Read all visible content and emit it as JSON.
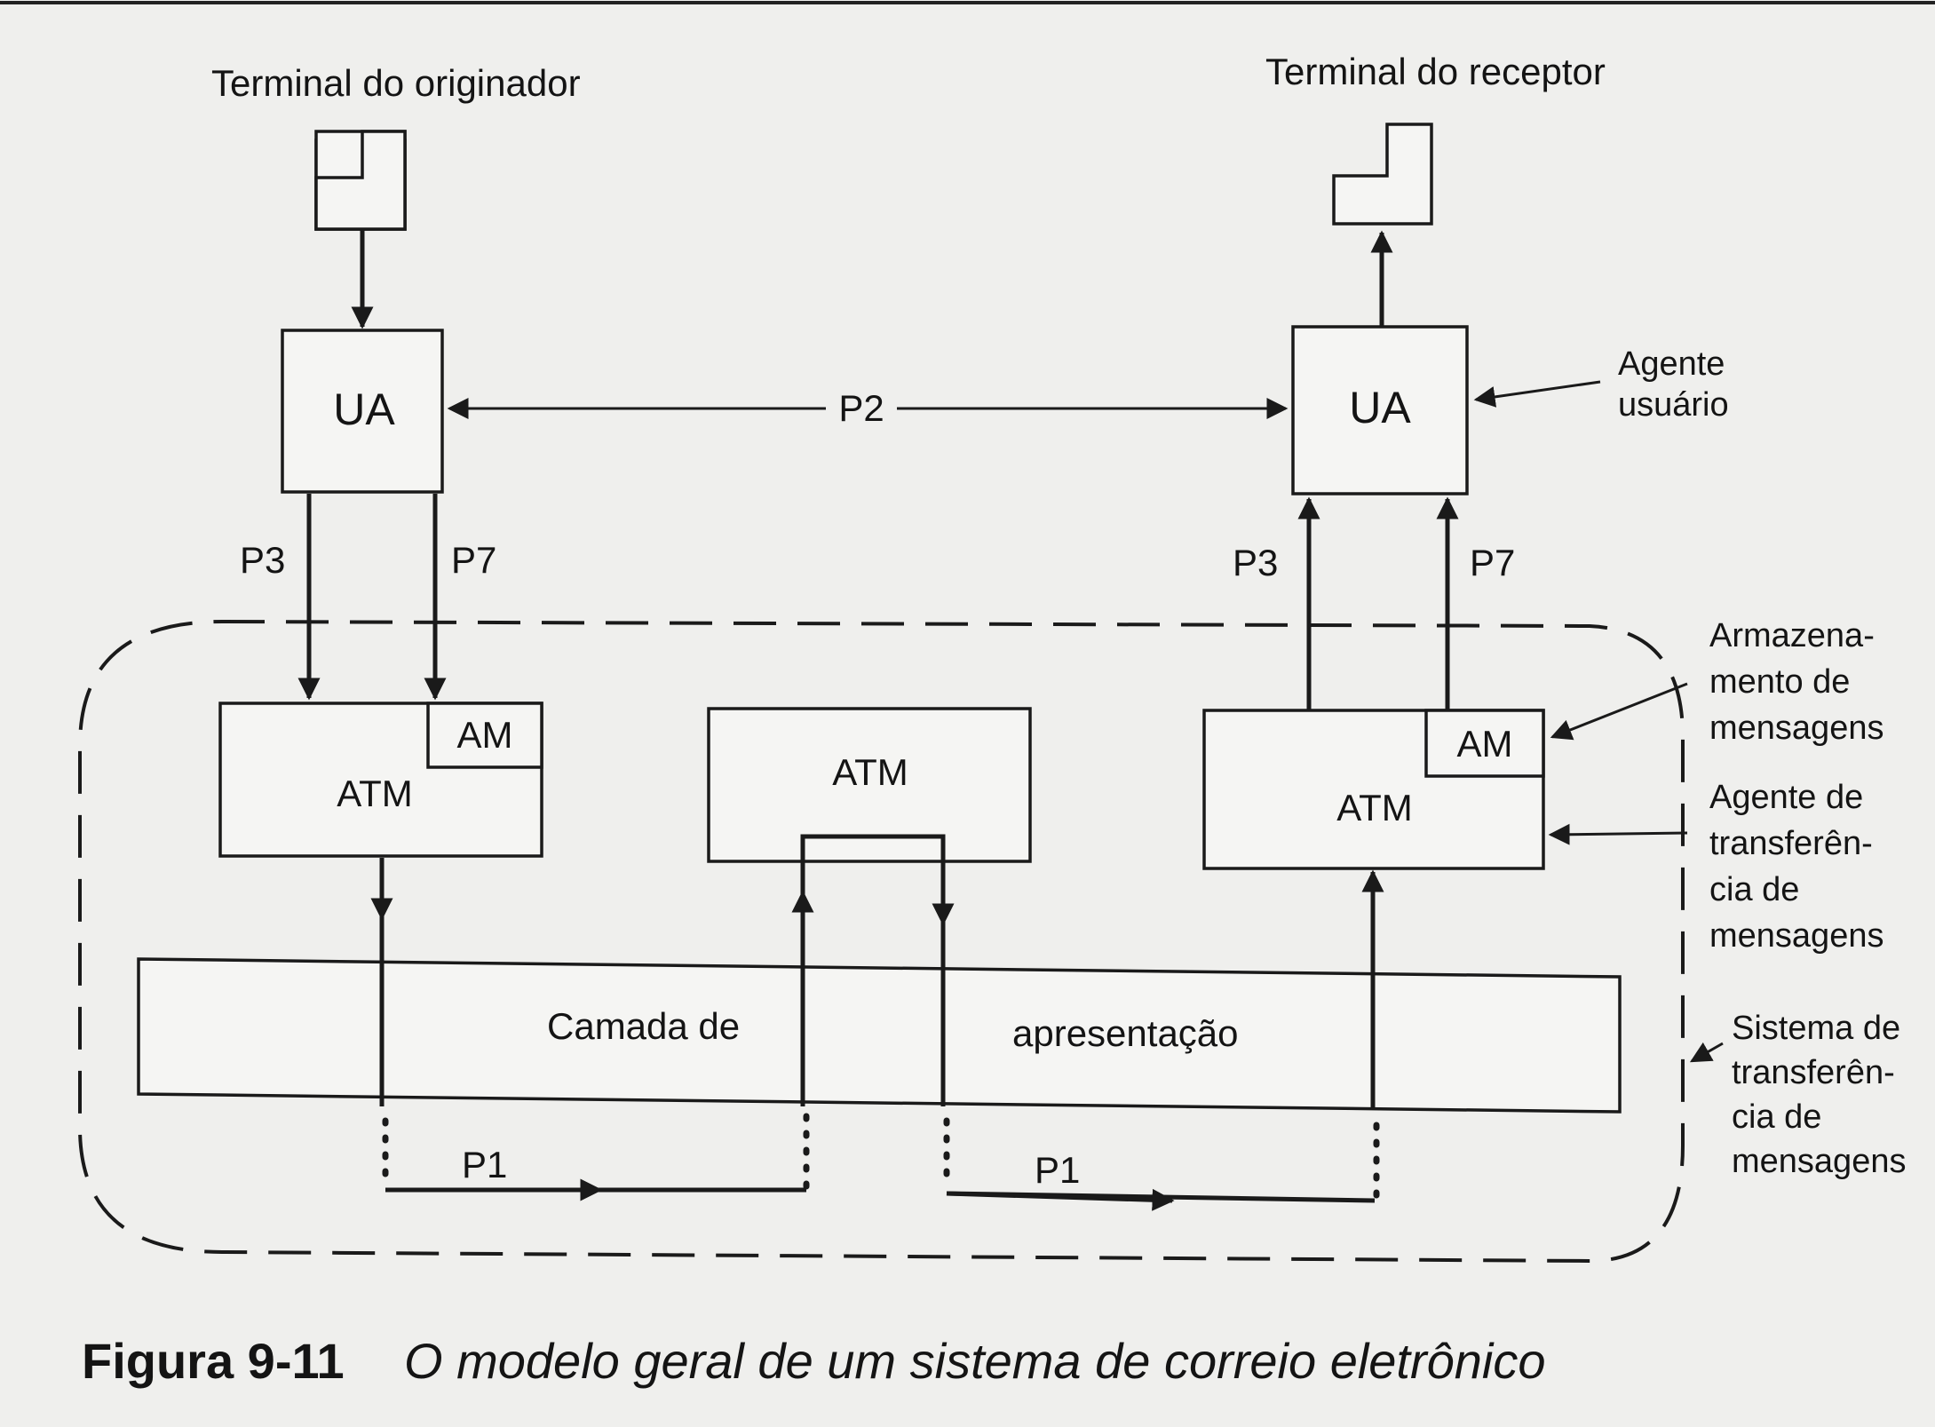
{
  "terminals": {
    "origin_label": "Terminal do originador",
    "receiver_label": "Terminal do receptor"
  },
  "nodes": {
    "ua_left": "UA",
    "ua_right": "UA",
    "atm_left": "ATM",
    "atm_middle": "ATM",
    "atm_right": "ATM",
    "am_left": "AM",
    "am_right": "AM"
  },
  "protocols": {
    "p2": "P2",
    "p3_left": "P3",
    "p7_left": "P7",
    "p3_right": "P3",
    "p7_right": "P7",
    "p1_left": "P1",
    "p1_right": "P1"
  },
  "layer": {
    "part1": "Camada de",
    "part2": "apresentação"
  },
  "annotations": {
    "user_agent": [
      "Agente",
      "usuário"
    ],
    "message_store": [
      "Armazena-",
      "mento de",
      "mensagens"
    ],
    "transfer_agent": [
      "Agente de",
      "transferên-",
      "cia de",
      "mensagens"
    ],
    "transfer_system": [
      "Sistema de",
      "transferên-",
      "cia de",
      "mensagens"
    ]
  },
  "caption": {
    "figure": "Figura 9-11",
    "title": "O modelo geral de um sistema de correio eletrônico"
  }
}
